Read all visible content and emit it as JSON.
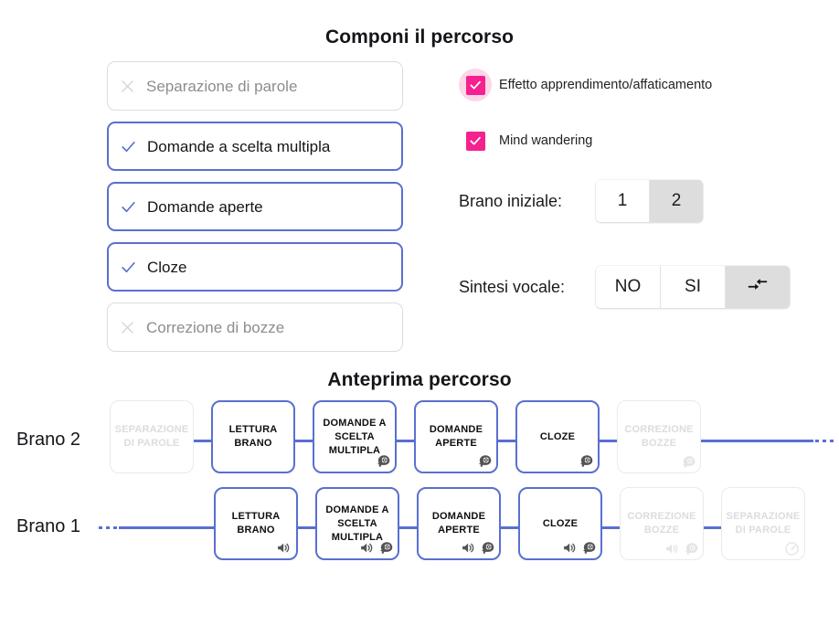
{
  "compose": {
    "title": "Componi il percorso",
    "phases": [
      {
        "label": "Separazione di parole",
        "enabled": false,
        "icon": "close-icon"
      },
      {
        "label": "Domande a scelta multipla",
        "enabled": true,
        "icon": "check-icon"
      },
      {
        "label": "Domande aperte",
        "enabled": true,
        "icon": "check-icon"
      },
      {
        "label": "Cloze",
        "enabled": true,
        "icon": "check-icon"
      },
      {
        "label": "Correzione di bozze",
        "enabled": false,
        "icon": "close-icon"
      }
    ],
    "checkboxes": [
      {
        "label": "Effetto apprendimento/affaticamento",
        "checked": true,
        "focused": true
      },
      {
        "label": "Mind wandering",
        "checked": true,
        "focused": false
      }
    ],
    "segments": [
      {
        "name": "brano-iniziale",
        "caption": "Brano iniziale:",
        "options": [
          {
            "label": "1",
            "active": false,
            "icon": null
          },
          {
            "label": "2",
            "active": true,
            "icon": null
          }
        ]
      },
      {
        "name": "sintesi-vocale",
        "caption": "Sintesi vocale:",
        "options": [
          {
            "label": "NO",
            "active": false,
            "icon": null
          },
          {
            "label": "SI",
            "active": false,
            "icon": null
          },
          {
            "label": "",
            "active": true,
            "icon": "alternate-arrows-icon"
          }
        ]
      }
    ]
  },
  "preview": {
    "title": "Anteprima percorso",
    "rows": [
      {
        "label": "Brano 2",
        "lead_dots": false,
        "trail_dots": true,
        "nodes": [
          {
            "text": "SEPARAZIONE DI PAROLE",
            "enabled": false,
            "icons": []
          },
          {
            "text": "LETTURA BRANO",
            "enabled": true,
            "icons": []
          },
          {
            "text": "DOMANDE A SCELTA MULTIPLA",
            "enabled": true,
            "icons": [
              "brain-gear-icon"
            ]
          },
          {
            "text": "DOMANDE APERTE",
            "enabled": true,
            "icons": [
              "brain-gear-icon"
            ]
          },
          {
            "text": "CLOZE",
            "enabled": true,
            "icons": [
              "brain-gear-icon"
            ]
          },
          {
            "text": "CORREZIONE BOZZE",
            "enabled": false,
            "icons": [
              "brain-gear-icon"
            ]
          }
        ]
      },
      {
        "label": "Brano 1",
        "lead_dots": true,
        "trail_dots": false,
        "nodes": [
          {
            "text": "LETTURA BRANO",
            "enabled": true,
            "icons": [
              "speaker-icon"
            ]
          },
          {
            "text": "DOMANDE A SCELTA MULTIPLA",
            "enabled": true,
            "icons": [
              "speaker-icon",
              "brain-gear-icon"
            ]
          },
          {
            "text": "DOMANDE APERTE",
            "enabled": true,
            "icons": [
              "speaker-icon",
              "brain-gear-icon"
            ]
          },
          {
            "text": "CLOZE",
            "enabled": true,
            "icons": [
              "speaker-icon",
              "brain-gear-icon"
            ]
          },
          {
            "text": "CORREZIONE BOZZE",
            "enabled": false,
            "icons": [
              "speaker-icon",
              "brain-gear-icon"
            ]
          },
          {
            "text": "SEPARAZIONE DI PAROLE",
            "enabled": false,
            "icons": [
              "gauge-icon"
            ]
          }
        ]
      }
    ]
  },
  "colors": {
    "accent_blue": "#5a6fd0",
    "accent_pink": "#f5218f",
    "pink_halo": "#fbd7e8",
    "disabled_gray": "#dcdcdc",
    "segment_active": "#dddddd"
  }
}
